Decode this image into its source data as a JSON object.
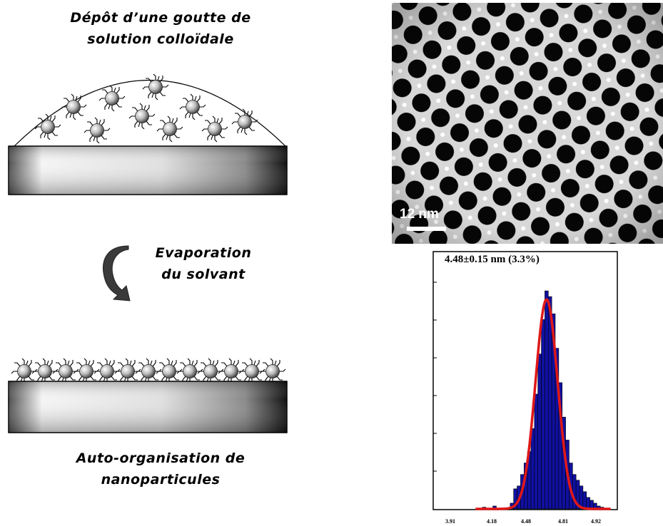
{
  "captions": {
    "deposit": [
      "Dépôt d’une goutte de",
      "solution colloïdale"
    ],
    "evaporation": [
      "Evaporation",
      "du solvant"
    ],
    "self_assembly": [
      "Auto-organisation de",
      "nanoparticules"
    ]
  },
  "tem_image": {
    "scale_label": "12 nm"
  },
  "chart_data": {
    "type": "bar",
    "title": "4.48±0.15 nm (3.3%)",
    "x_tick_labels": [
      "3.91",
      "4.18",
      "4.48",
      "4.81",
      "4.92"
    ],
    "values": [
      0.3,
      0,
      0,
      0.5,
      0,
      0,
      0,
      0,
      1,
      3.5,
      4,
      6,
      8,
      10,
      14,
      20,
      27,
      33,
      38,
      37,
      34,
      28,
      22,
      16,
      12,
      8,
      6,
      5,
      4,
      3,
      2,
      1.5,
      1,
      0.5,
      0.3
    ],
    "fit": {
      "type": "gaussian",
      "mean_index": 18.5,
      "sigma": 3.2,
      "peak": 36.5
    },
    "bar_color": "#1010a0",
    "fit_color": "#e01818"
  }
}
